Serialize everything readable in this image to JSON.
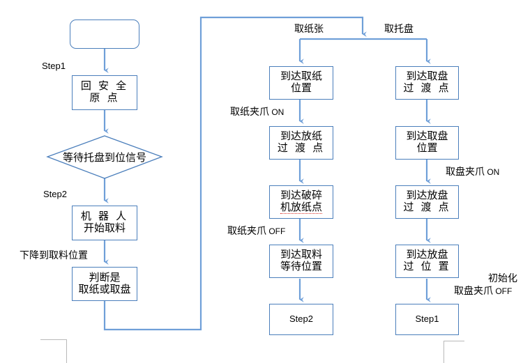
{
  "diagram": {
    "title_note": "robot pick-and-place flowchart",
    "colors": {
      "line": "#4a7ebb",
      "node_border": "#4a7ebb",
      "text": "#000000",
      "spellcheck_underline": "#d93025",
      "page_mark": "#b9b9b9"
    }
  },
  "left_column": {
    "start_node": {
      "lines": [
        ""
      ]
    },
    "step1_label": "Step1",
    "home_node": {
      "lines": [
        "回 安 全",
        "原 点"
      ]
    },
    "decision_node": {
      "text": "等待托盘到位信号"
    },
    "step2_label": "Step2",
    "robot_node": {
      "lines": [
        "机 器 人",
        "开始取料"
      ]
    },
    "descend_label": "下降到取料位置",
    "judge_node": {
      "lines": [
        "判断是",
        "取纸或取盘"
      ]
    }
  },
  "branch_labels": {
    "paper": "取纸张",
    "tray": "取托盘"
  },
  "paper_column": {
    "nodes": [
      {
        "lines": [
          "到达取纸",
          "位置"
        ],
        "spaced": false
      },
      {
        "lines": [
          "到达放纸",
          "过 渡 点"
        ],
        "spaced": false
      },
      {
        "lines": [
          "到达破碎",
          "机放纸点"
        ],
        "spaced": false,
        "spell_line": 1,
        "spell_text": "放纸"
      },
      {
        "lines": [
          "到达取料",
          "等待位置"
        ],
        "spaced": false
      },
      {
        "lines": [
          "Step2"
        ],
        "latin": true
      }
    ],
    "annotations": [
      {
        "cn": "取纸夹爪",
        "state": "ON"
      },
      {
        "cn": "取纸夹爪",
        "state": "OFF"
      }
    ]
  },
  "tray_column": {
    "nodes": [
      {
        "lines": [
          "到达取盘",
          "过 渡 点"
        ]
      },
      {
        "lines": [
          "到达取盘",
          "位置"
        ]
      },
      {
        "lines": [
          "到达放盘",
          "过 渡 点"
        ]
      },
      {
        "lines": [
          "到达放盘",
          "过 位 置"
        ]
      },
      {
        "lines": [
          "Step1"
        ],
        "latin": true
      }
    ],
    "annotations": [
      {
        "cn": "取盘夹爪",
        "state": "ON"
      },
      {
        "cn": "初始化",
        "state": ""
      },
      {
        "cn": "取盘夹爪",
        "state": "OFF"
      }
    ]
  }
}
